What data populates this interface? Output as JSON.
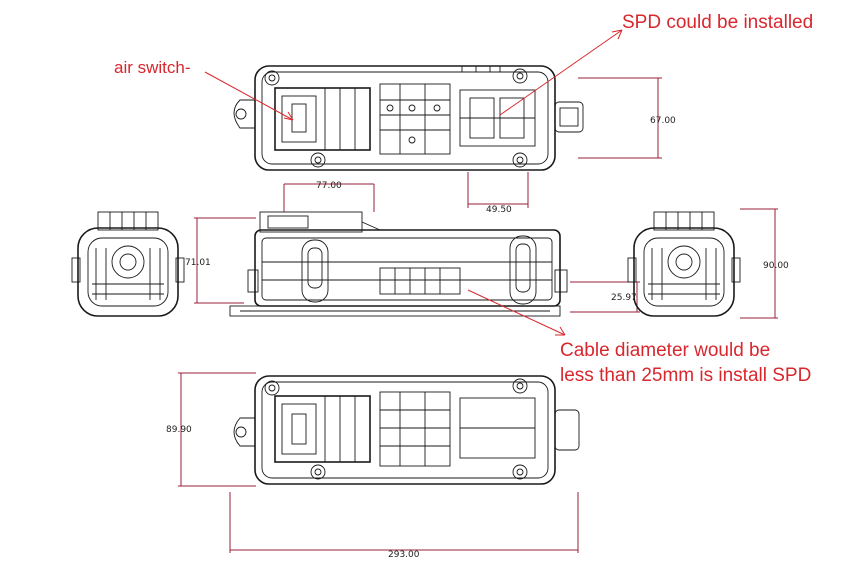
{
  "annotations": {
    "spd_label": "SPD could be installed",
    "air_switch_label": "air switch-",
    "cable_label_line1": "Cable diameter would be",
    "cable_label_line2": "less than 25mm is install SPD"
  },
  "dimensions": {
    "top_height": "67.00",
    "top_width_spd": "49.50",
    "side_width": "77.00",
    "side_height": "71.01",
    "side_cable": "25.97",
    "end_height": "90.00",
    "bottom_height": "89.90",
    "bottom_length": "293.00"
  },
  "colors": {
    "annotation": "#d9272e",
    "dimension_line": "#9a1f3a",
    "drawing": "#1a1a1a"
  }
}
